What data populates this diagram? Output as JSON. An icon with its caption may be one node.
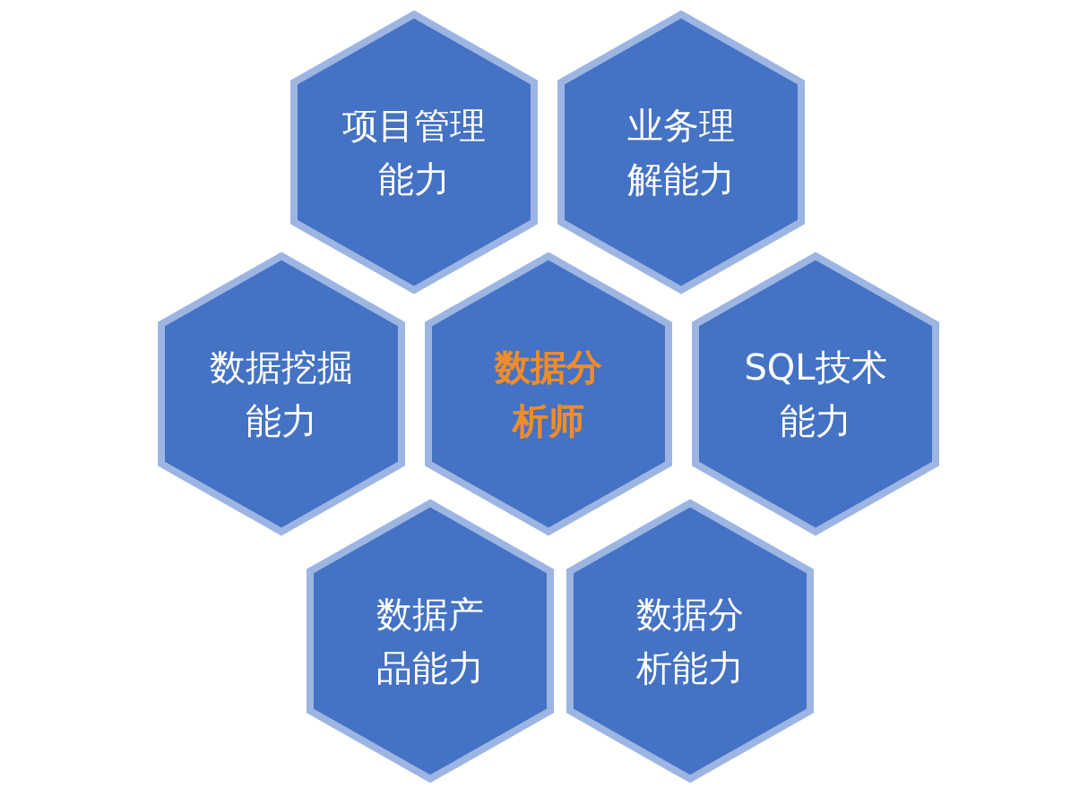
{
  "diagram": {
    "nodes": [
      {
        "text": [
          "项目管理能力"
        ]
      },
      {
        "text": [
          "业务理解能力"
        ]
      },
      {
        "text": [
          "数据挖掘能力"
        ]
      },
      {
        "text": [
          "数据分析师"
        ]
      },
      {
        "text": [
          "SQL技术能力"
        ]
      },
      {
        "text": [
          "数据产品能力"
        ]
      },
      {
        "text": [
          "数据分析能力"
        ]
      }
    ],
    "edges": []
  }
}
